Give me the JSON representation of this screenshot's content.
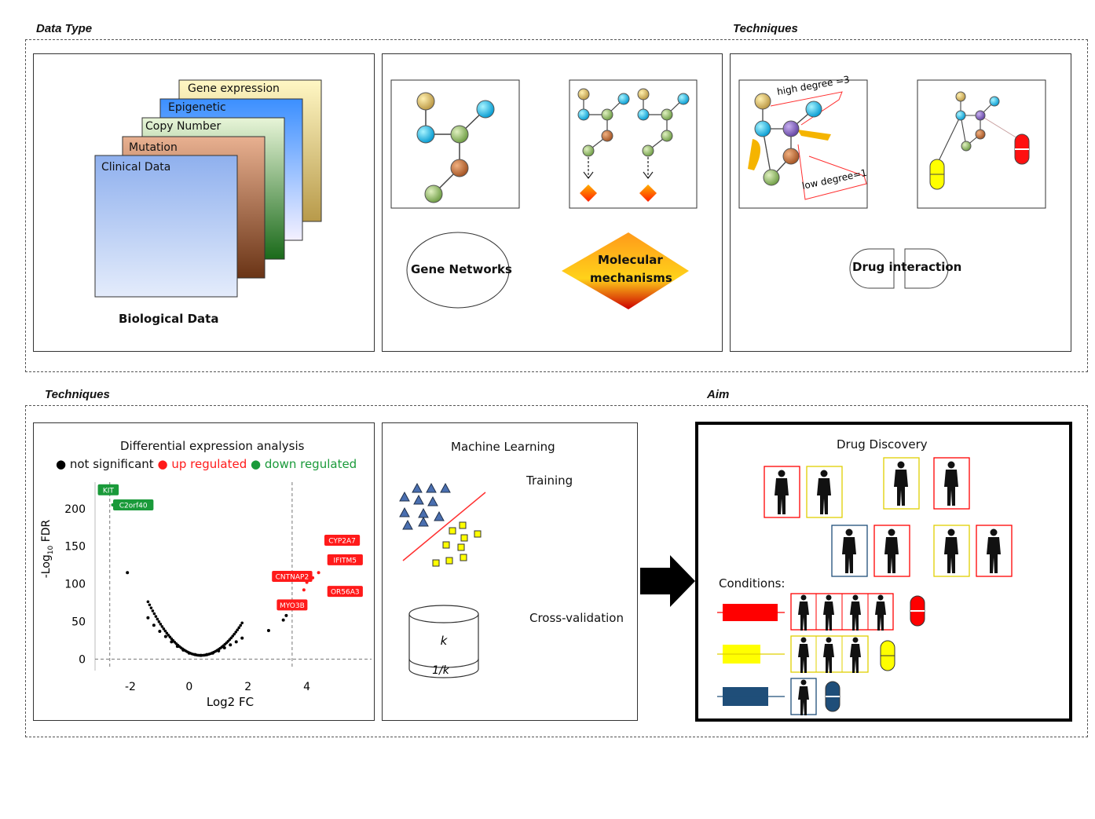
{
  "sections": {
    "top_left_label": "Data Type",
    "top_right_label": "Techniques",
    "bottom_left_label": "Techniques",
    "bottom_right_label": "Aim"
  },
  "data_type": {
    "layers": [
      "Gene expression",
      "Epigenetic",
      "Copy Number",
      "Mutation",
      "Clinical Data"
    ],
    "caption": "Biological Data"
  },
  "networks": {
    "gene_networks": "Gene Networks",
    "molecular_line1": "Molecular",
    "molecular_line2": "mechanisms"
  },
  "drug": {
    "high_degree": "high degree =3",
    "low_degree": "low degree=1",
    "interaction": "Drug interaction"
  },
  "dea": {
    "title": "Differential expression analysis",
    "legend_not_sig": "not significant",
    "legend_up": "up regulated",
    "legend_down": "down regulated",
    "colors": {
      "up": "#ff1a1a",
      "down": "#1a9a3a",
      "ns": "#000000"
    }
  },
  "chart_data": {
    "type": "scatter",
    "xlabel": "Log2 FC",
    "ylabel_prefix": "-Log",
    "ylabel_sub": "10",
    "ylabel_suffix": " FDR",
    "x_ticks": [
      -2,
      0,
      2,
      4
    ],
    "y_ticks": [
      0,
      50,
      100,
      150,
      200
    ],
    "xlim": [
      -3.2,
      6.2
    ],
    "ylim": [
      -10,
      230
    ],
    "thresholds": {
      "x": [
        -2.7,
        3.5
      ],
      "y": 0
    },
    "series": [
      {
        "name": "not significant",
        "points": [
          [
            -2.1,
            115
          ],
          [
            -1.4,
            55
          ],
          [
            -1.2,
            45
          ],
          [
            -1.0,
            37
          ],
          [
            -0.8,
            30
          ],
          [
            -0.6,
            23
          ],
          [
            -0.4,
            17
          ],
          [
            -0.2,
            12
          ],
          [
            0,
            8
          ],
          [
            0.2,
            6
          ],
          [
            0.4,
            5
          ],
          [
            0.6,
            6
          ],
          [
            0.8,
            8
          ],
          [
            1.0,
            11
          ],
          [
            1.2,
            15
          ],
          [
            1.4,
            19
          ],
          [
            1.6,
            23
          ],
          [
            1.8,
            28
          ],
          [
            2.7,
            38
          ],
          [
            3.2,
            52
          ],
          [
            3.3,
            58
          ]
        ]
      },
      {
        "name": "up regulated",
        "points": [
          [
            5.7,
            158
          ],
          [
            4.4,
            115
          ],
          [
            4.2,
            108
          ],
          [
            4.0,
            102
          ],
          [
            3.9,
            92
          ]
        ]
      },
      {
        "name": "down regulated",
        "points": [
          [
            -2.7,
            225
          ],
          [
            -2.6,
            205
          ]
        ]
      }
    ],
    "labels": [
      {
        "text": "KIT",
        "type": "down",
        "x": -2.75,
        "y": 225
      },
      {
        "text": "C2orf40",
        "type": "down",
        "x": -1.9,
        "y": 205
      },
      {
        "text": "CYP2A7",
        "type": "up",
        "x": 5.2,
        "y": 158
      },
      {
        "text": "IFITM5",
        "type": "up",
        "x": 5.3,
        "y": 132
      },
      {
        "text": "CNTNAP2",
        "type": "up",
        "x": 3.5,
        "y": 110
      },
      {
        "text": "OR56A3",
        "type": "up",
        "x": 5.3,
        "y": 90
      },
      {
        "text": "MYO3B",
        "type": "up",
        "x": 3.5,
        "y": 72
      }
    ]
  },
  "ml": {
    "title": "Machine Learning",
    "training": "Training",
    "cross_validation": "Cross-validation",
    "k": "k",
    "one_over_k": "1/k"
  },
  "aim": {
    "title": "Drug Discovery",
    "conditions_label": "Conditions:",
    "colors": {
      "red": "#ff0000",
      "yellow": "#ffff00",
      "blue": "#1f4e79"
    }
  }
}
